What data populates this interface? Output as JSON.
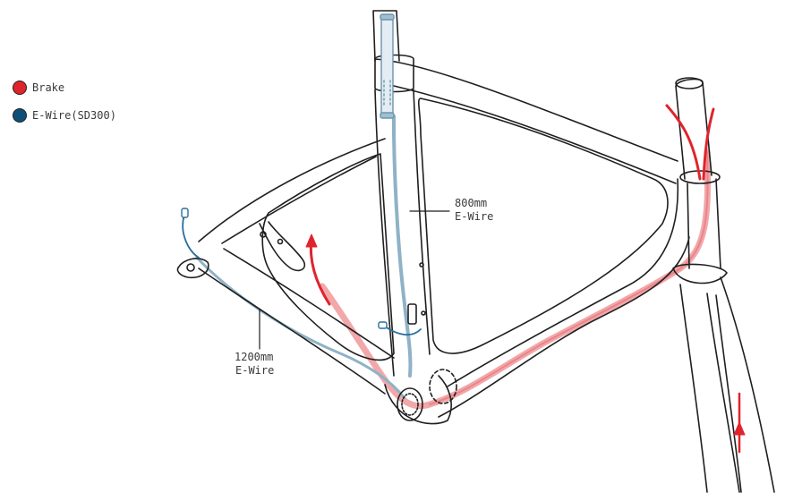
{
  "legend": [
    {
      "label": "Brake",
      "color": "#e0242c"
    },
    {
      "label": "E-Wire(SD300)",
      "color": "#0e4f78"
    }
  ],
  "annotations": {
    "wire_800_length": "800mm",
    "wire_800_type": "E-Wire",
    "wire_1200_length": "1200mm",
    "wire_1200_type": "E-Wire"
  },
  "colors": {
    "frame_stroke": "#1f1f1f",
    "brake_line": "#e0242c",
    "brake_internal": "#f2a7a9",
    "ewire_internal": "#8fb2c6",
    "ewire_external": "#2a6f9b"
  }
}
